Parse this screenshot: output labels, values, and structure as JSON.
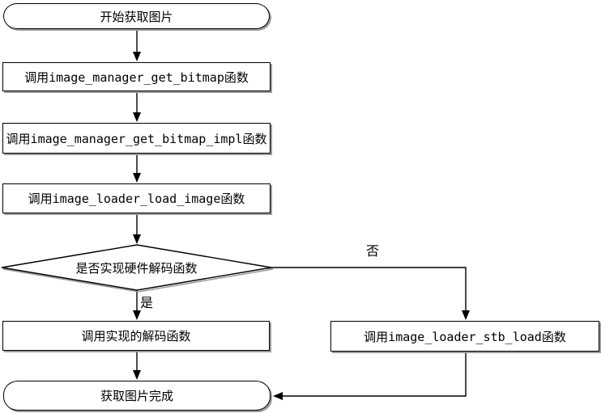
{
  "diagram": {
    "type": "flowchart",
    "nodes": {
      "start": {
        "label": "开始获取图片",
        "shape": "terminator"
      },
      "step1": {
        "label": "调用image_manager_get_bitmap函数",
        "shape": "process"
      },
      "step2": {
        "label": "调用image_manager_get_bitmap_impl函数",
        "shape": "process"
      },
      "step3": {
        "label": "调用image_loader_load_image函数",
        "shape": "process"
      },
      "decision": {
        "label": "是否实现硬件解码函数",
        "shape": "diamond"
      },
      "yes_step": {
        "label": "调用实现的解码函数",
        "shape": "process"
      },
      "no_step": {
        "label": "调用image_loader_stb_load函数",
        "shape": "process"
      },
      "end": {
        "label": "获取图片完成",
        "shape": "terminator"
      }
    },
    "edge_labels": {
      "yes": "是",
      "no": "否"
    },
    "colors": {
      "line": "#000000",
      "node_border": "#000000",
      "node_fill": "#ffffff",
      "shadow": "#9a9a9a",
      "text": "#000000",
      "background": "#ffffff"
    }
  }
}
